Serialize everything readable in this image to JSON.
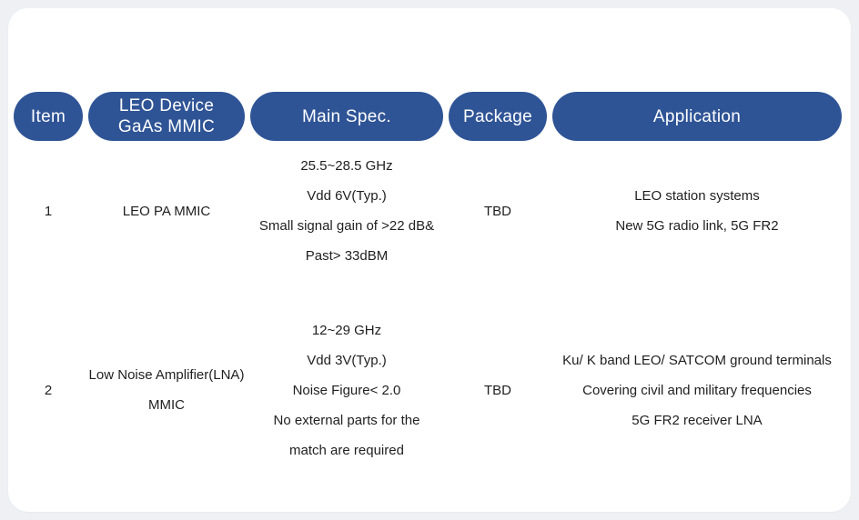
{
  "colors": {
    "page_background": "#EFF0F4",
    "card_background": "#FFFFFF",
    "header_pill": "#2F5496",
    "header_text": "#FFFFFF",
    "body_text": "#1F1F1F"
  },
  "table": {
    "headers": {
      "item": "Item",
      "device": [
        "LEO Device",
        "GaAs MMIC"
      ],
      "main_spec": "Main Spec.",
      "package": "Package",
      "application": "Application"
    },
    "rows": [
      {
        "item": "1",
        "device": [
          "LEO PA MMIC"
        ],
        "main_spec": [
          "25.5~28.5 GHz",
          "Vdd 6V(Typ.)",
          "Small signal gain of >22 dB&",
          "Past> 33dBM"
        ],
        "package": "TBD",
        "application": [
          "LEO station systems",
          "New 5G radio link, 5G FR2"
        ]
      },
      {
        "item": "2",
        "device": [
          "Low Noise Amplifier(LNA)",
          "MMIC"
        ],
        "main_spec": [
          "12~29 GHz",
          "Vdd 3V(Typ.)",
          "Noise Figure< 2.0",
          "No external parts for the",
          "match are required"
        ],
        "package": "TBD",
        "application": [
          "Ku/ K band LEO/ SATCOM ground terminals",
          "Covering civil and military frequencies",
          "5G FR2 receiver LNA"
        ]
      }
    ]
  }
}
